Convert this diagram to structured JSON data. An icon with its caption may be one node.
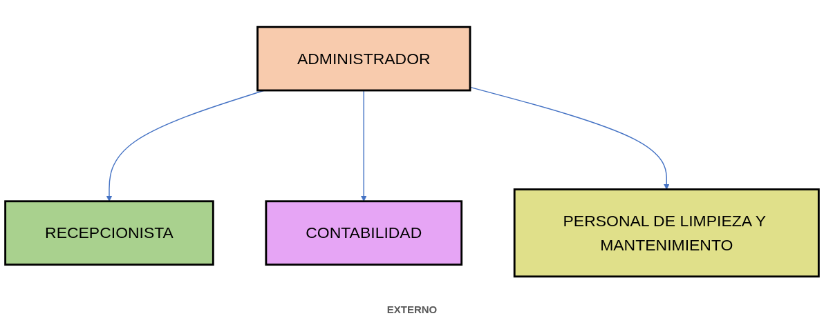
{
  "diagram": {
    "nodes": [
      {
        "text": [
          "ADMINISTRADOR"
        ]
      },
      {
        "text": [
          "RECEPCIONISTA"
        ]
      },
      {
        "text": [
          "CONTABILIDAD"
        ]
      },
      {
        "text": [
          "PERSONAL DE LIMPIEZA Y MANTENIMIENTO"
        ]
      }
    ],
    "edges": [
      {
        "from": 0,
        "to": 1,
        "arrow": "to"
      },
      {
        "from": 0,
        "to": 2,
        "arrow": "to"
      },
      {
        "from": 0,
        "to": 3,
        "arrow": "to"
      }
    ],
    "labels": [
      "EXTERNO"
    ]
  }
}
